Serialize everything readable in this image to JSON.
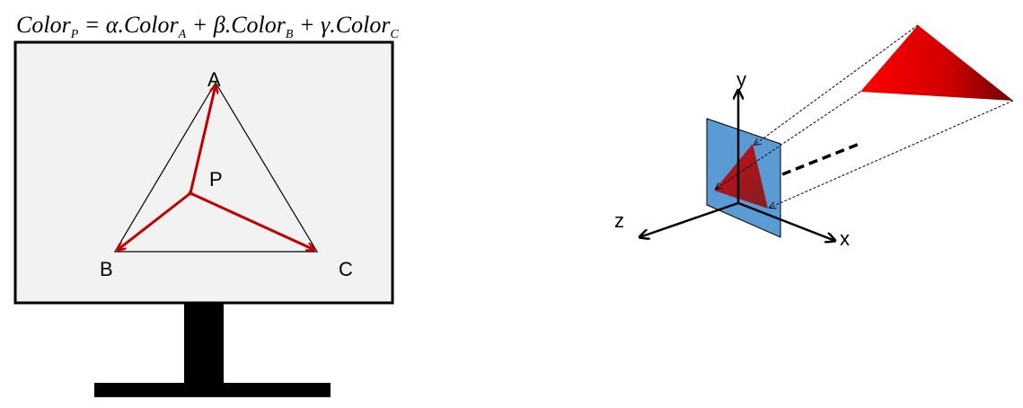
{
  "formula": {
    "lhs": "Color",
    "lhs_sub": "P",
    "eq": " = ",
    "t1_coef": "α",
    "t1_color": ".Color",
    "t1_sub": "A",
    "plus1": " + ",
    "t2_coef": "β",
    "t2_color": ".Color",
    "t2_sub": "B",
    "plus2": " + ",
    "t3_coef": "γ",
    "t3_color": ".Color",
    "t3_sub": "C"
  },
  "labels": {
    "a": "A",
    "b": "B",
    "c": "C",
    "p": "P",
    "x": "x",
    "y": "y",
    "z": "z"
  },
  "colors": {
    "screen_bg": "#f2f2f2",
    "arrow_red": "#c00000",
    "plane_blue": "#5b9bd5",
    "triangle_red": "#e00000",
    "triangle_dark": "#7a0000"
  }
}
